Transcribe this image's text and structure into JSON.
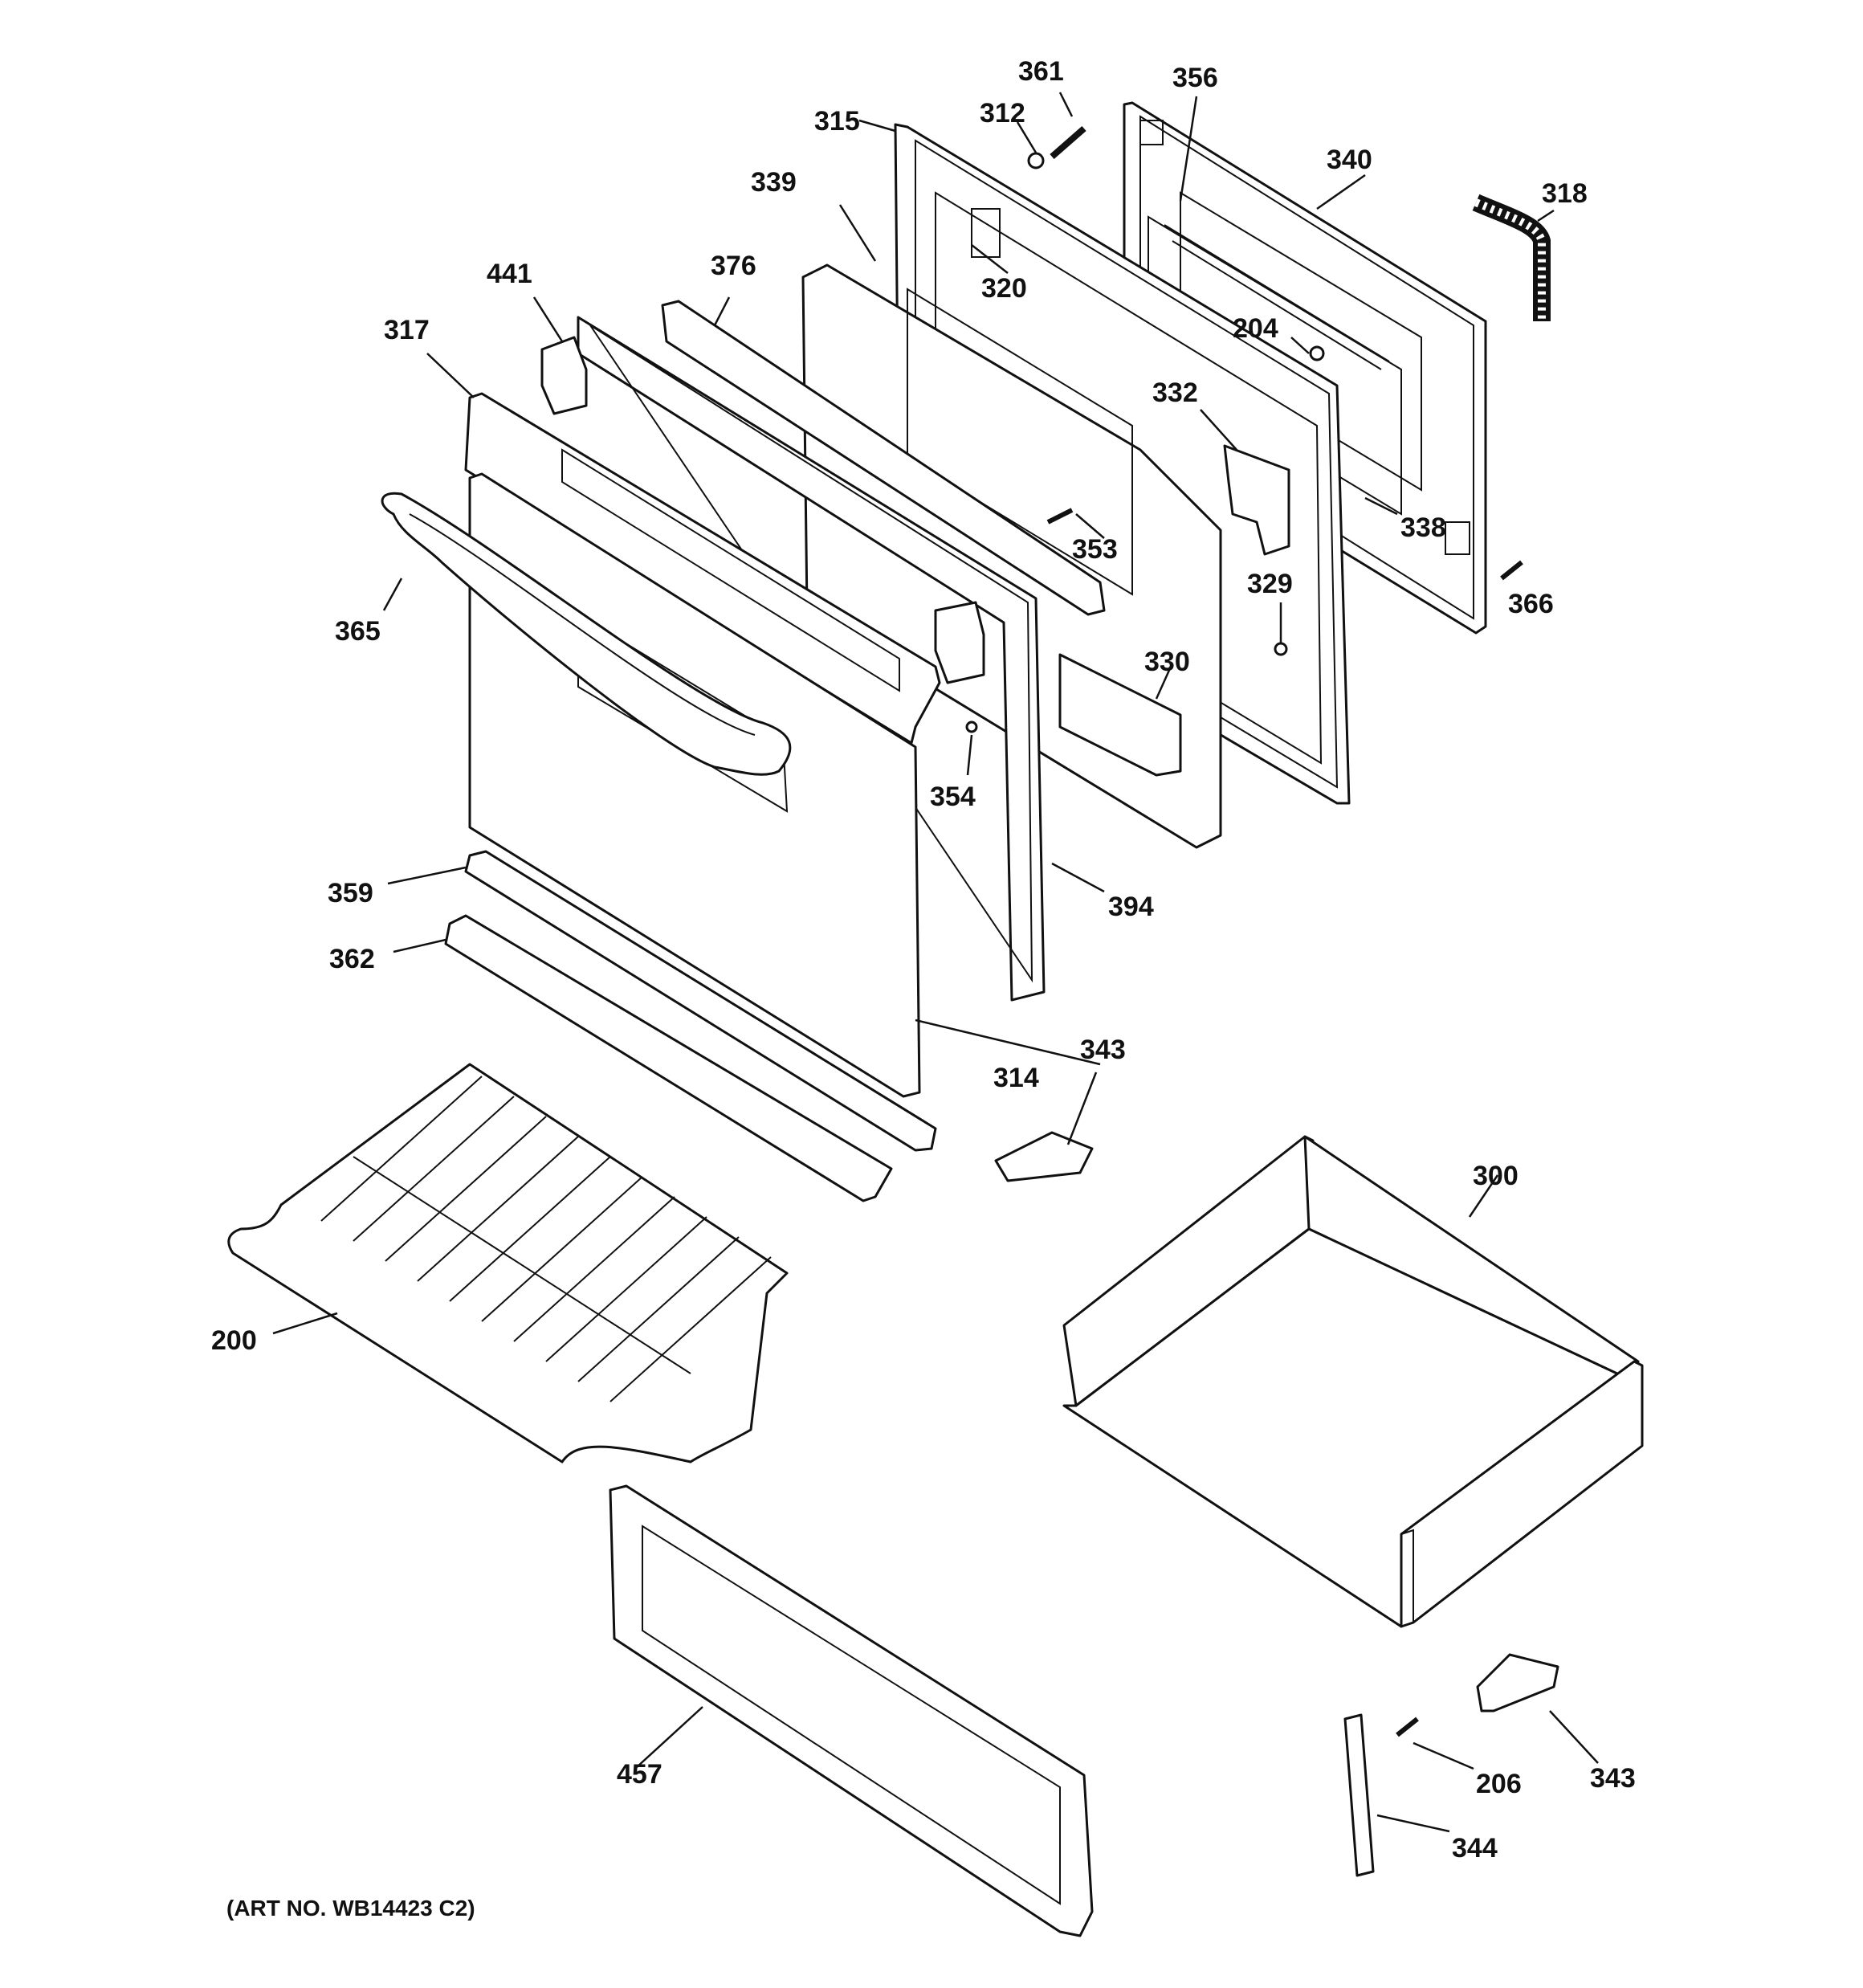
{
  "art_number": "(ART NO. WB14423 C2)",
  "callouts": {
    "c361": "361",
    "c356": "356",
    "c312": "312",
    "c315": "315",
    "c340": "340",
    "c339": "339",
    "c318": "318",
    "c376": "376",
    "c441": "441",
    "c320": "320",
    "c204": "204",
    "c317": "317",
    "c332": "332",
    "c338": "338",
    "c353": "353",
    "c365": "365",
    "c329": "329",
    "c366": "366",
    "c330": "330",
    "c354": "354",
    "c359": "359",
    "c394": "394",
    "c362": "362",
    "c343a": "343",
    "c314": "314",
    "c300": "300",
    "c200": "200",
    "c457": "457",
    "c206": "206",
    "c343b": "343",
    "c344": "344"
  }
}
